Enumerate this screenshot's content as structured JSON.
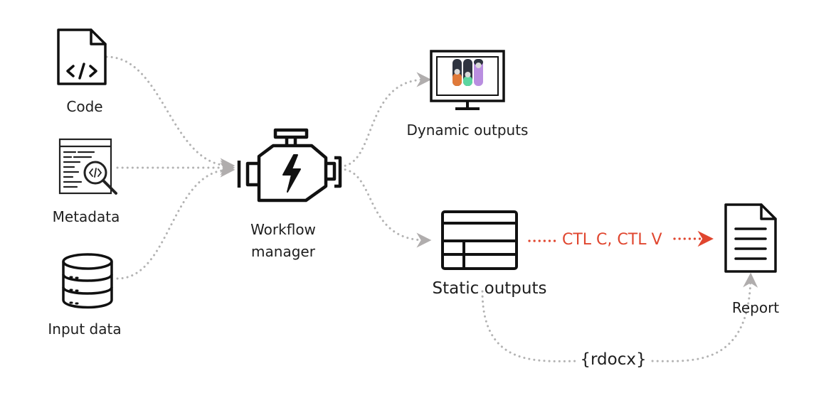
{
  "nodes": {
    "code": {
      "label": "Code",
      "icon": "code-file-icon"
    },
    "metadata": {
      "label": "Metadata",
      "icon": "metadata-search-icon"
    },
    "input_data": {
      "label": "Input data",
      "icon": "database-icon"
    },
    "workflow_manager": {
      "label_line1": "Workflow",
      "label_line2": "manager",
      "icon": "engine-icon"
    },
    "dynamic_outputs": {
      "label": "Dynamic outputs",
      "icon": "monitor-sliders-icon"
    },
    "static_outputs": {
      "label": "Static outputs",
      "icon": "table-icon"
    },
    "report": {
      "label": "Report",
      "icon": "document-icon"
    }
  },
  "edges": {
    "copy_paste": {
      "label": "CTL C, CTL V",
      "color": "#e0462f"
    },
    "rdocx": {
      "label": "{rdocx}"
    }
  },
  "colors": {
    "connector": "#b3b3b3",
    "arrowhead": "#b0adad",
    "accent_red": "#e0462f",
    "slider_orange": "#e07a3a",
    "slider_green": "#5cd6a0",
    "slider_purple": "#b98ee0",
    "slider_dark": "#2f3440"
  }
}
